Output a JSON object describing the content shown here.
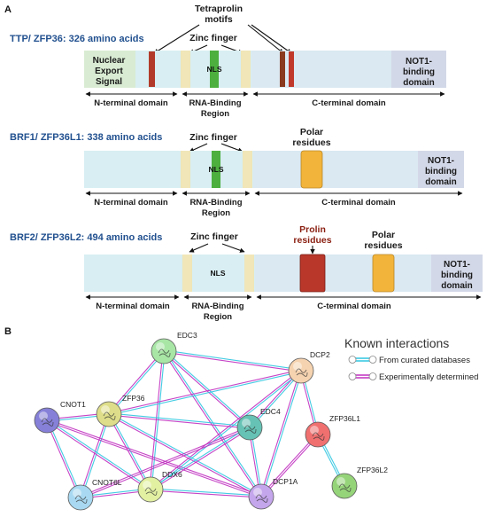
{
  "panel_a": {
    "label": "A",
    "tetraprolin_label": [
      "Tetraprolin",
      "motifs"
    ],
    "proteins": [
      {
        "title": "TTP/ ZFP36: 326 amino acids",
        "zinc_finger": "Zinc finger",
        "nls": "NLS",
        "nes": [
          "Nuclear",
          "Export",
          "Signal"
        ],
        "not1": [
          "NOT1-",
          "binding",
          "domain"
        ],
        "n_terminal": "N-terminal domain",
        "rna_binding": [
          "RNA-Binding",
          "Region"
        ],
        "c_terminal": "C-terminal domain"
      },
      {
        "title": "BRF1/ ZFP36L1: 338 amino acids",
        "zinc_finger": "Zinc finger",
        "nls": "NLS",
        "polar": [
          "Polar",
          "residues"
        ],
        "not1": [
          "NOT1-",
          "binding",
          "domain"
        ],
        "n_terminal": "N-terminal domain",
        "rna_binding": [
          "RNA-Binding",
          "Region"
        ],
        "c_terminal": "C-terminal domain"
      },
      {
        "title": "BRF2/ ZFP36L2: 494 amino acids",
        "zinc_finger": "Zinc finger",
        "nls": "NLS",
        "prolin": [
          "Prolin",
          "residues"
        ],
        "polar": [
          "Polar",
          "residues"
        ],
        "not1": [
          "NOT1-",
          "binding",
          "domain"
        ],
        "n_terminal": "N-terminal domain",
        "rna_binding": [
          "RNA-Binding",
          "Region"
        ],
        "c_terminal": "C-terminal domain"
      }
    ]
  },
  "panel_b": {
    "label": "B",
    "nodes": [
      {
        "id": "EDC3",
        "label": "EDC3",
        "color": "#a8e6a6"
      },
      {
        "id": "DCP2",
        "label": "DCP2",
        "color": "#f6d3b0"
      },
      {
        "id": "ZFP36",
        "label": "ZFP36",
        "color": "#dede8a"
      },
      {
        "id": "CNOT1",
        "label": "CNOT1",
        "color": "#8680d8"
      },
      {
        "id": "EDC4",
        "label": "EDC4",
        "color": "#66c2b4"
      },
      {
        "id": "ZFP36L1",
        "label": "ZFP36L1",
        "color": "#f07070"
      },
      {
        "id": "ZFP36L2",
        "label": "ZFP36L2",
        "color": "#96d47a"
      },
      {
        "id": "CNOT6L",
        "label": "CNOT6L",
        "color": "#a9d9f2"
      },
      {
        "id": "DDX6",
        "label": "DDX6",
        "color": "#e2f0a2"
      },
      {
        "id": "DCP1A",
        "label": "DCP1A",
        "color": "#c4a6ec"
      }
    ],
    "edges": [
      {
        "a": "EDC3",
        "b": "DCP2",
        "type": "both"
      },
      {
        "a": "EDC3",
        "b": "ZFP36",
        "type": "both"
      },
      {
        "a": "EDC3",
        "b": "EDC4",
        "type": "both"
      },
      {
        "a": "EDC3",
        "b": "DDX6",
        "type": "both"
      },
      {
        "a": "EDC3",
        "b": "DCP1A",
        "type": "both"
      },
      {
        "a": "DCP2",
        "b": "ZFP36",
        "type": "both"
      },
      {
        "a": "DCP2",
        "b": "EDC4",
        "type": "both"
      },
      {
        "a": "DCP2",
        "b": "DDX6",
        "type": "both"
      },
      {
        "a": "DCP2",
        "b": "DCP1A",
        "type": "both"
      },
      {
        "a": "DCP2",
        "b": "ZFP36L1",
        "type": "both"
      },
      {
        "a": "ZFP36",
        "b": "CNOT1",
        "type": "both"
      },
      {
        "a": "ZFP36",
        "b": "CNOT6L",
        "type": "both"
      },
      {
        "a": "ZFP36",
        "b": "DDX6",
        "type": "both"
      },
      {
        "a": "ZFP36",
        "b": "DCP1A",
        "type": "both"
      },
      {
        "a": "ZFP36",
        "b": "EDC4",
        "type": "both"
      },
      {
        "a": "CNOT1",
        "b": "CNOT6L",
        "type": "both"
      },
      {
        "a": "CNOT1",
        "b": "DDX6",
        "type": "both"
      },
      {
        "a": "CNOT1",
        "b": "DCP1A",
        "type": "experimental"
      },
      {
        "a": "CNOT6L",
        "b": "DDX6",
        "type": "both"
      },
      {
        "a": "CNOT6L",
        "b": "EDC4",
        "type": "experimental"
      },
      {
        "a": "DDX6",
        "b": "DCP1A",
        "type": "both"
      },
      {
        "a": "DDX6",
        "b": "EDC4",
        "type": "both"
      },
      {
        "a": "EDC4",
        "b": "DCP1A",
        "type": "both"
      },
      {
        "a": "ZFP36L1",
        "b": "DCP1A",
        "type": "experimental"
      },
      {
        "a": "ZFP36L1",
        "b": "ZFP36L2",
        "type": "database"
      }
    ],
    "legend": {
      "title": "Known interactions",
      "curated": "From curated databases",
      "experimental": "Experimentally determined",
      "curated_color": "#2fc5e0",
      "experimental_color": "#c030c0"
    }
  }
}
